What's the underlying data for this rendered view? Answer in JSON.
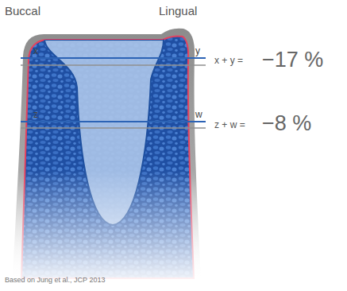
{
  "diagram": {
    "caption": "Based on Jung et al., JCP 2013",
    "labels": [
      "Buccal",
      "Lingual",
      "x",
      "y",
      "z",
      "w",
      "x + y =",
      "−17 %",
      "z + w =",
      "−8 %"
    ]
  }
}
